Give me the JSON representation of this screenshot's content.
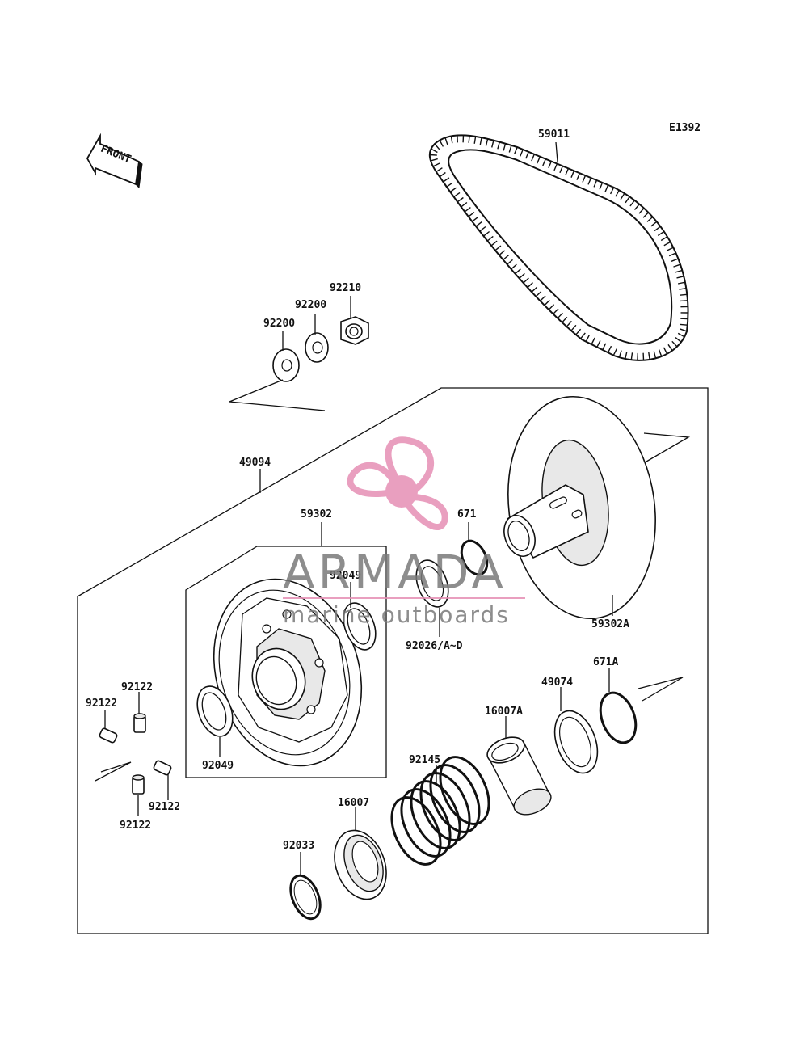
{
  "code": "E1392",
  "front_arrow": "FRONT",
  "labels": {
    "belt": "59011",
    "nut": "92210",
    "washer_a": "92200",
    "washer_b": "92200",
    "assembly": "49094",
    "sheave_movable": "59302",
    "sheave_fixed": "59302A",
    "oring": "671",
    "oring_a": "671A",
    "shim": "92026/A~D",
    "bushing_top": "92049",
    "bushing_bottom": "92049",
    "bush_ramp": "49074",
    "cam": "16007A",
    "spring": "92145",
    "cam_b": "16007",
    "circlip": "92033",
    "slider_1": "92122",
    "slider_2": "92122",
    "slider_3": "92122",
    "slider_4": "92122"
  },
  "watermark": {
    "brand": "ARMADA",
    "tagline": "marine outboards",
    "accent": "#e68fb5"
  },
  "colors": {
    "line": "#111111",
    "background": "#ffffff"
  }
}
